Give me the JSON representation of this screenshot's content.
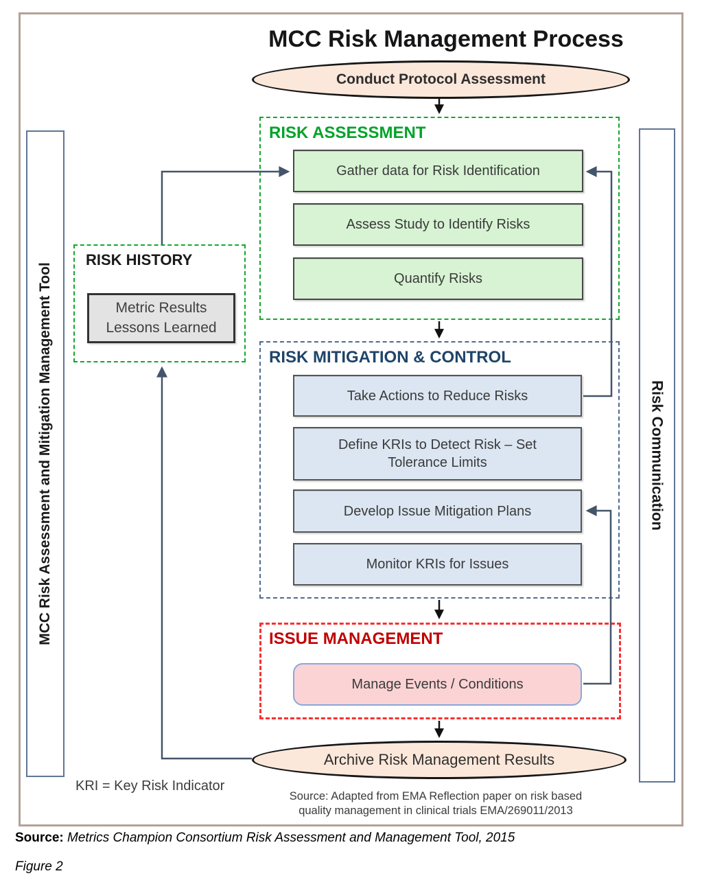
{
  "title": "MCC Risk Management Process",
  "start_oval": {
    "label": "Conduct Protocol Assessment"
  },
  "end_oval": {
    "label": "Archive Risk Management Results"
  },
  "sections": {
    "risk_assessment": {
      "label": "RISK ASSESSMENT",
      "steps": [
        "Gather data for Risk Identification",
        "Assess Study to Identify Risks",
        "Quantify Risks"
      ]
    },
    "risk_history": {
      "label": "RISK HISTORY",
      "lines": [
        "Metric Results",
        "Lessons Learned"
      ]
    },
    "risk_mitigation": {
      "label": "RISK MITIGATION & CONTROL",
      "steps": [
        "Take Actions to Reduce Risks",
        "Define KRIs to Detect Risk – Set Tolerance Limits",
        "Develop Issue Mitigation Plans",
        "Monitor KRIs for Issues"
      ]
    },
    "issue_management": {
      "label": "ISSUE MANAGEMENT",
      "steps": [
        "Manage Events / Conditions"
      ]
    }
  },
  "side_bars": {
    "left": "MCC Risk Assessment and Mitigation Management Tool",
    "right": "Risk Communication"
  },
  "notes": {
    "kri": "KRI = Key Risk Indicator",
    "source_line1": "Source: Adapted from EMA Reflection paper on risk based",
    "source_line2": "quality management in clinical trials EMA/269011/2013"
  },
  "caption": {
    "source_label": "Source:",
    "source_text": "Metrics Champion Consortium Risk Assessment and Management Tool, 2015",
    "figure": "Figure 2"
  },
  "colors": {
    "frame_border": "#b3a198",
    "oval_fill": "#fce8da",
    "green_accent": "#00a329",
    "green_step_fill": "#d7f3d3",
    "blue_accent": "#1f4468",
    "blue_dash": "#4f6a8f",
    "blue_step_fill": "#dce6f2",
    "red_accent": "#c00000",
    "red_dash": "#f93030",
    "pink_fill": "#fbd3d5",
    "pink_border": "#85a9dc",
    "gray_fill": "#e3e3e3",
    "connector": "#44546a",
    "arrow_black": "#111111"
  }
}
